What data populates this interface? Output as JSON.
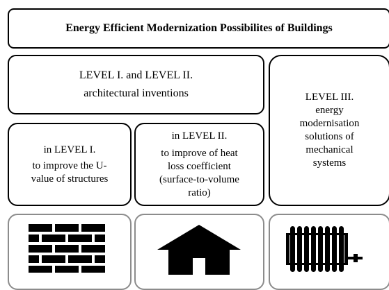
{
  "title": "Energy Efficient Modernization Possibilites of Buildings",
  "architectural": {
    "line1": "LEVEL I. and LEVEL II.",
    "line2": "architectural inventions"
  },
  "level1": {
    "heading": "in LEVEL I.",
    "lines": [
      "to improve the U-",
      "value of structures"
    ]
  },
  "level2": {
    "heading": "in LEVEL II.",
    "lines": [
      "to improve of heat",
      "loss coefficient",
      "(surface-to-volume",
      "ratio)"
    ]
  },
  "level3": {
    "lines": [
      "LEVEL III.",
      "energy",
      "modernisation",
      "solutions of",
      "mechanical",
      "systems"
    ]
  },
  "icons": [
    "brick-wall-icon",
    "house-icon",
    "radiator-icon"
  ],
  "colors": {
    "text": "#000000",
    "box_border": "#000000",
    "tile_border": "#8c8c8c",
    "background": "#ffffff"
  }
}
